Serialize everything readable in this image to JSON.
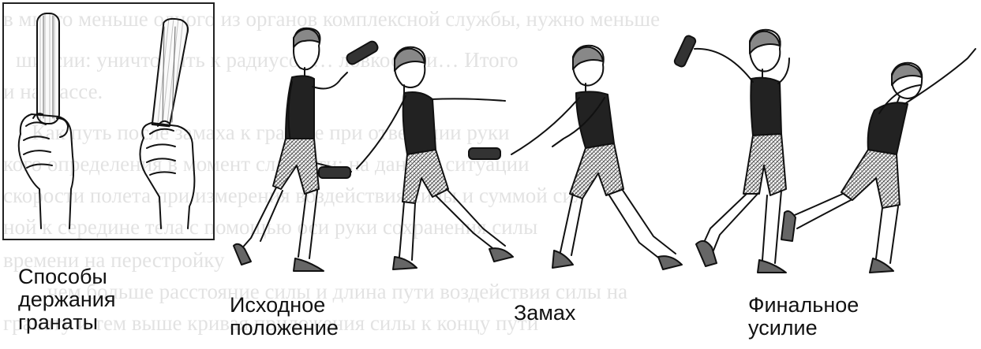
{
  "background_text": {
    "lines": [
      "в много меньше одного из органов комплексной службы, нужно меньше",
      "шиссии: уничтожить к радиусом… ловкости и… Итого",
      "и на массе.",
      "Как путь после замаха к гранате при отведении руки",
      "кого определения в момент слабости: на данной ситуации",
      "скорости полета при измерения воздействия силы и суммой сил",
      "ной к середине тела с помощью оси руки сохранения силы",
      "времени на перестройку",
      "чем больше расстояние силы и длина пути воздействия силы на",
      "гранату и тем выше кривая приложения силы к концу пути"
    ]
  },
  "captions": {
    "grip": [
      "Способы",
      "держания",
      "гранаты"
    ],
    "start": [
      "Исходное",
      "положение"
    ],
    "swing": [
      "Замах"
    ],
    "final": [
      "Финальное",
      "усилие"
    ]
  }
}
